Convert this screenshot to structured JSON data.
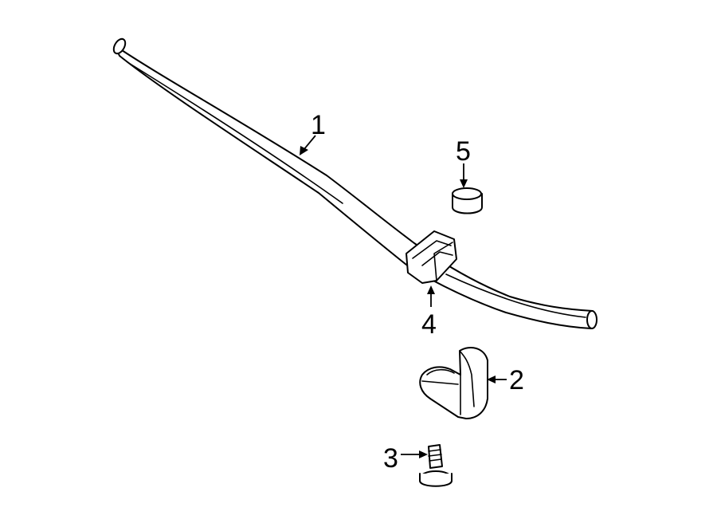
{
  "callouts": {
    "c1": "1",
    "c2": "2",
    "c3": "3",
    "c4": "4",
    "c5": "5"
  },
  "parts": [
    {
      "callout": "1",
      "icon": "stabilizer-bar-icon"
    },
    {
      "callout": "2",
      "icon": "bracket-clip-icon"
    },
    {
      "callout": "3",
      "icon": "bolt-icon"
    },
    {
      "callout": "4",
      "icon": "bushing-icon"
    },
    {
      "callout": "5",
      "icon": "cap-icon"
    }
  ],
  "colors": {
    "line": "#000000",
    "background": "#ffffff"
  }
}
